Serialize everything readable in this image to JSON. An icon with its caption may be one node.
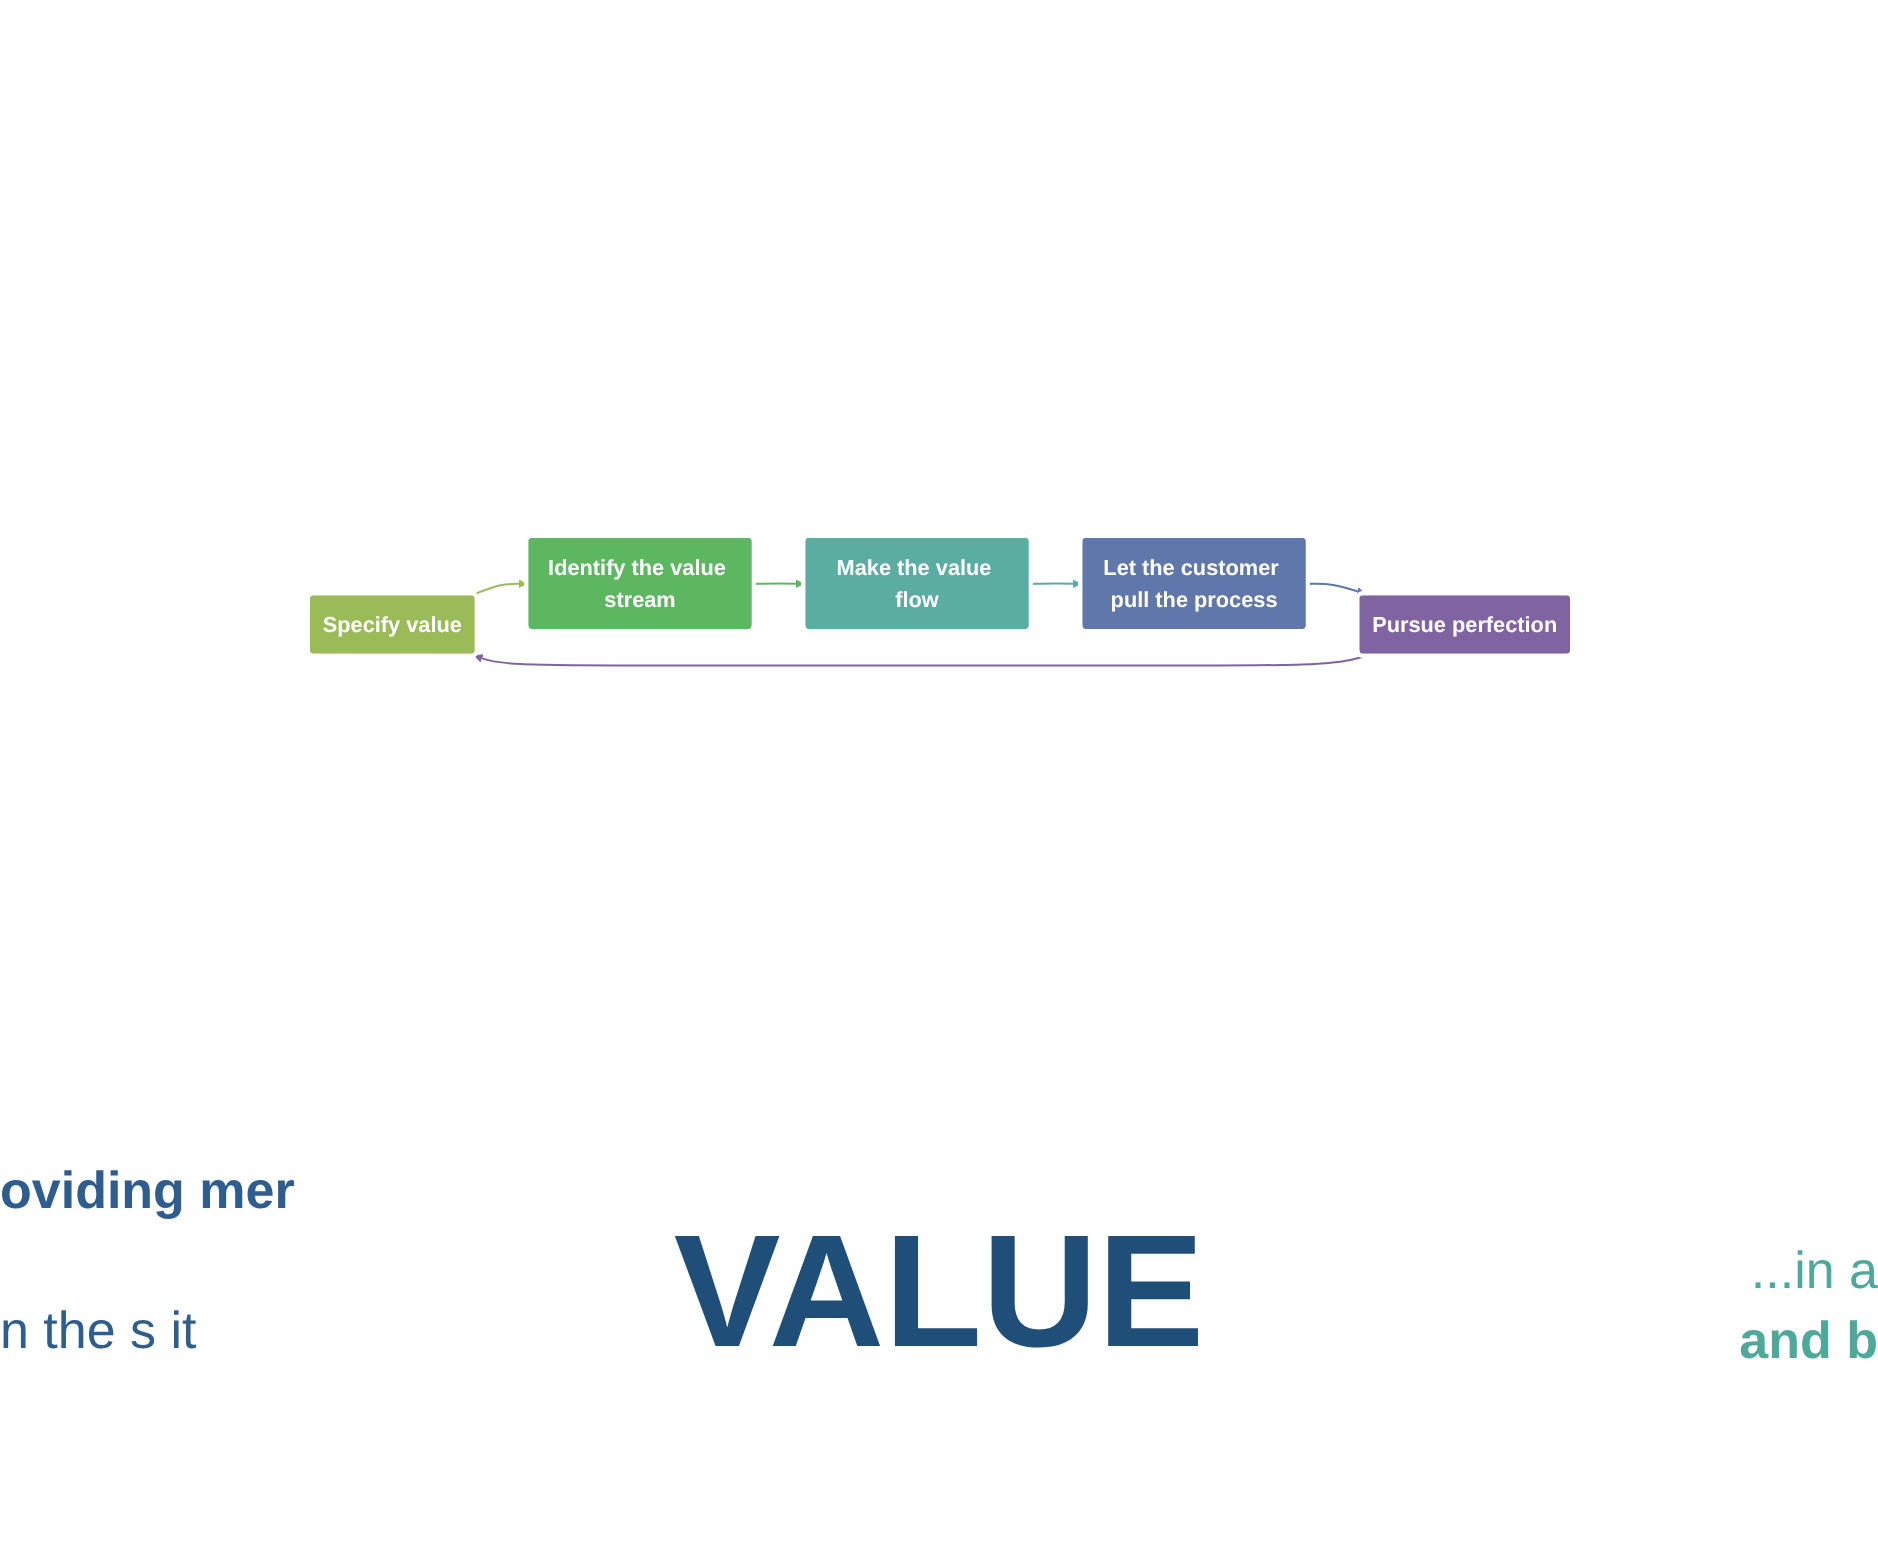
{
  "diagram": {
    "nodes": [
      {
        "text": [
          "Specify value"
        ]
      },
      {
        "text": [
          "Identify the value stream"
        ]
      },
      {
        "text": [
          "Make the value flow"
        ]
      },
      {
        "text": [
          "Let the customer pull the process"
        ]
      },
      {
        "text": [
          "Pursue perfection"
        ]
      }
    ],
    "edges": [
      {
        "from": 0,
        "to": 1,
        "arrow": "to",
        "color": "#9bbb59"
      },
      {
        "from": 1,
        "to": 2,
        "arrow": "to",
        "color": "#5db760"
      },
      {
        "from": 2,
        "to": 3,
        "arrow": "to",
        "color": "#5aada0"
      },
      {
        "from": 3,
        "to": 4,
        "arrow": "to",
        "color": "#5f77aa"
      },
      {
        "from": 4,
        "to": 0,
        "arrow": "to",
        "color": "#8064a2"
      }
    ],
    "labels": [
      "VALUE",
      "oviding mer",
      "n the s it",
      "...in a",
      "and b"
    ]
  }
}
